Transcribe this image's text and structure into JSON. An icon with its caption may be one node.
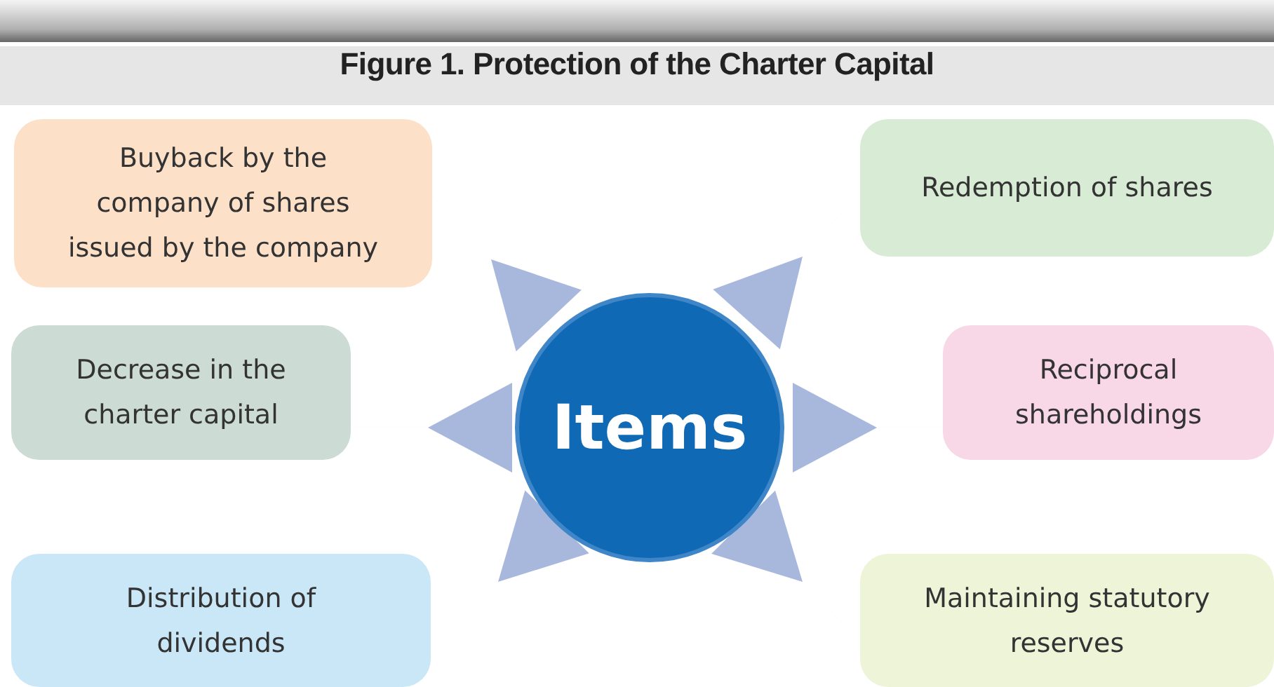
{
  "diagram": {
    "title": "Figure 1. Protection of the Charter Capital",
    "nodes": [
      {
        "text": [
          "Items"
        ]
      },
      {
        "text": [
          "Buyback by the company of shares issued by the company"
        ]
      },
      {
        "text": [
          "Redemption of shares"
        ]
      },
      {
        "text": [
          "Decrease in the charter capital"
        ]
      },
      {
        "text": [
          "Reciprocal shareholdings"
        ]
      },
      {
        "text": [
          "Distribution of dividends"
        ]
      },
      {
        "text": [
          "Maintaining statutory reserves"
        ]
      }
    ],
    "edges": [
      {
        "from": 0,
        "to": 1,
        "arrow": "to"
      },
      {
        "from": 0,
        "to": 2,
        "arrow": "to"
      },
      {
        "from": 0,
        "to": 3,
        "arrow": "to"
      },
      {
        "from": 0,
        "to": 4,
        "arrow": "to"
      },
      {
        "from": 0,
        "to": 5,
        "arrow": "to"
      },
      {
        "from": 0,
        "to": 6,
        "arrow": "to"
      }
    ]
  }
}
